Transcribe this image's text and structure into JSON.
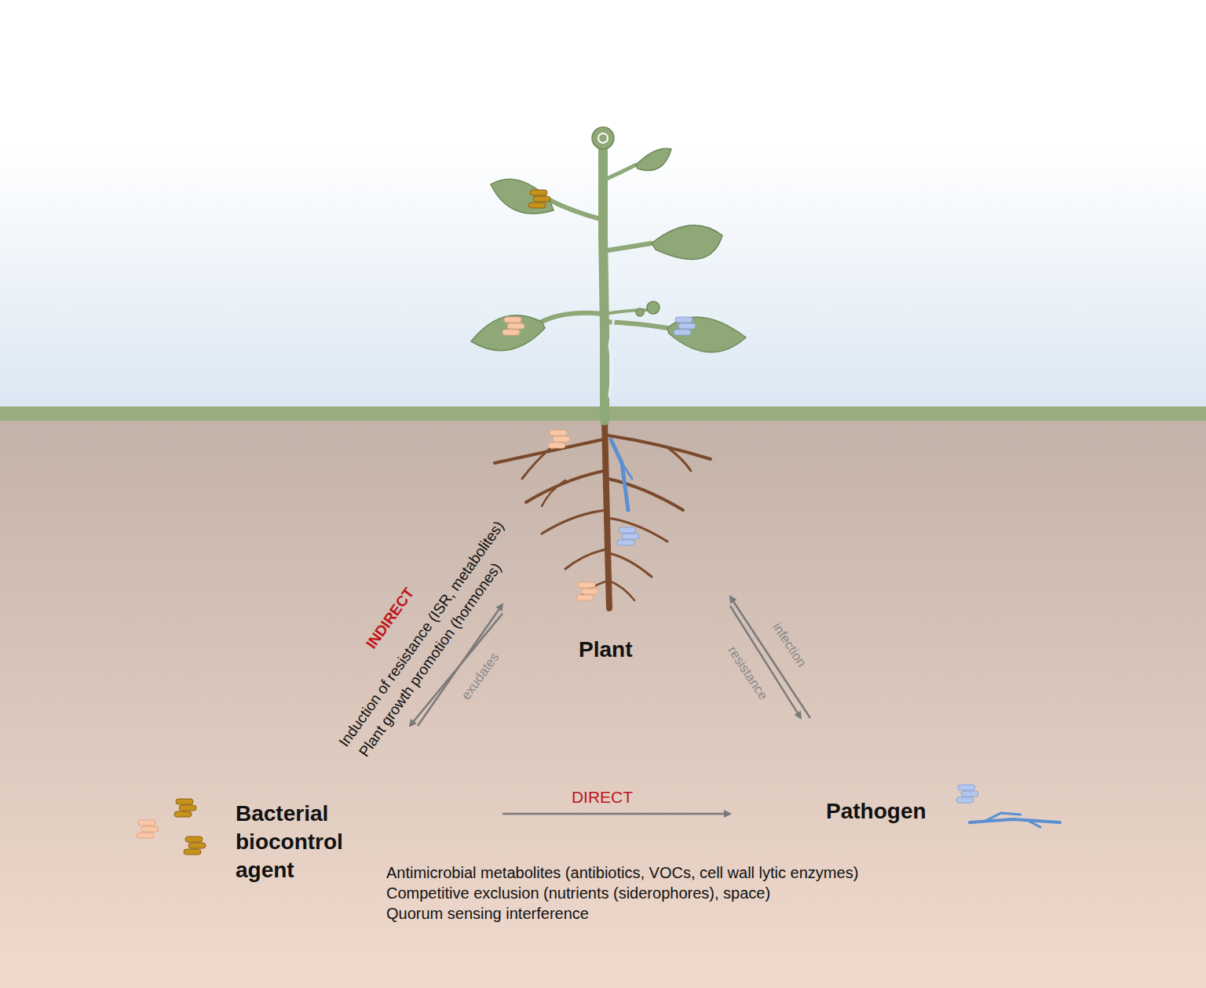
{
  "diagram": {
    "nodes": [
      {
        "text": [
          "Bacterial biocontrol agent"
        ]
      },
      {
        "text": [
          "Plant"
        ]
      },
      {
        "text": [
          "Pathogen"
        ]
      }
    ],
    "edges": [
      {
        "from": 0,
        "to": 1,
        "arrow": "to"
      },
      {
        "from": 1,
        "to": 0,
        "label": "exudates",
        "arrow": "to"
      },
      {
        "from": 0,
        "to": 2,
        "label": "DIRECT",
        "arrow": "to"
      },
      {
        "from": 2,
        "to": 1,
        "label": "infection",
        "arrow": "to"
      },
      {
        "from": 1,
        "to": 2,
        "label": "resistance",
        "arrow": "to"
      }
    ],
    "labels": [
      "INDIRECT",
      "Induction of resistance (ISR, metabolites)",
      "Plant growth promotion (hormones)",
      "Antimicrobial metabolites (antibiotics, VOCs, cell wall lytic enzymes)",
      "Competitive exclusion (nutrients (siderophores), space)",
      "Quorum sensing interference"
    ]
  }
}
